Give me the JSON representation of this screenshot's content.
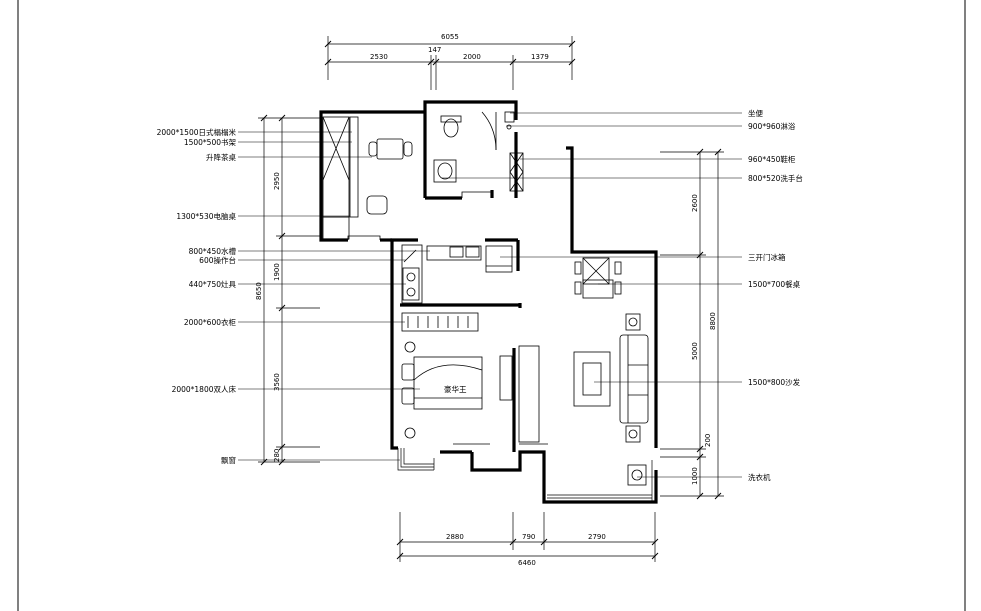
{
  "dimensions": {
    "top_total": "6055",
    "top_small": "147",
    "top_segments": [
      "2530",
      "2000",
      "1379"
    ],
    "bottom_segments": [
      "2880",
      "790",
      "2790"
    ],
    "bottom_total": "6460",
    "left_total": "8650",
    "left_segments": [
      "2950",
      "1900",
      "3560",
      "280"
    ],
    "right_total": "8800",
    "right_segments": [
      "2600",
      "5000",
      "200",
      "1000"
    ]
  },
  "labels_left": [
    "2000*1500日式榻榻米",
    "1500*500书架",
    "升降茶桌",
    "1300*530电脑桌",
    "800*450水槽",
    "600操作台",
    "440*750灶具",
    "2000*600衣柜",
    "2000*1800双人床",
    "飘窗"
  ],
  "labels_right": [
    "坐便",
    "900*960淋浴",
    "960*450鞋柜",
    "800*520洗手台",
    "三开门冰箱",
    "1500*700餐桌",
    "1500*800沙发",
    "洗衣机"
  ],
  "room_labels": {
    "bedroom_tag": "豪华王"
  }
}
